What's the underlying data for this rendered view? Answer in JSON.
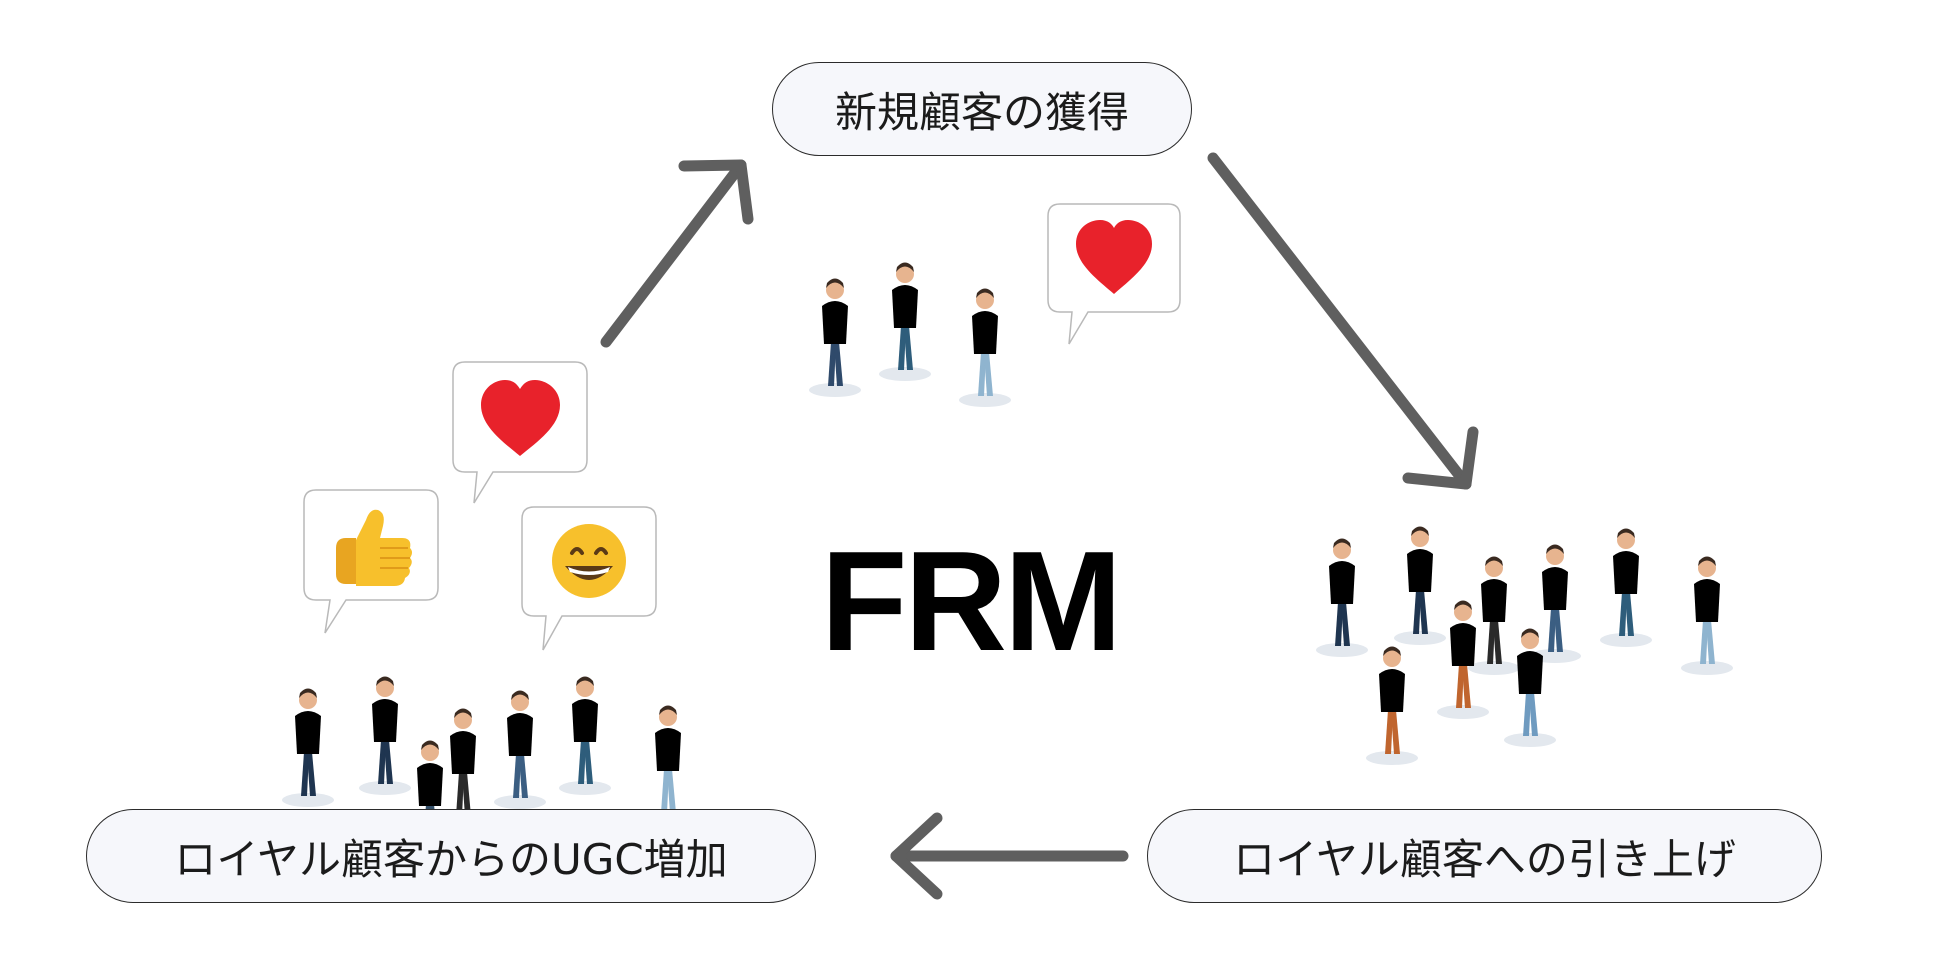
{
  "diagram": {
    "title": "FRM",
    "nodes": {
      "top": "新規顧客の獲得",
      "bottom_left": "ロイヤル顧客からのUGC増加",
      "bottom_right": "ロイヤル顧客への引き上げ"
    },
    "edges": [
      {
        "from": "top",
        "to": "bottom_right"
      },
      {
        "from": "bottom_right",
        "to": "bottom_left"
      },
      {
        "from": "bottom_left",
        "to": "top"
      }
    ],
    "reaction_icons": [
      "heart-icon",
      "thumbs-up-icon",
      "grinning-face-icon"
    ],
    "colors": {
      "arrow": "#5f5f5f",
      "pill_fill": "#f6f7fb",
      "heart": "#e8222b",
      "emoji_yellow": "#f7c02c"
    }
  }
}
